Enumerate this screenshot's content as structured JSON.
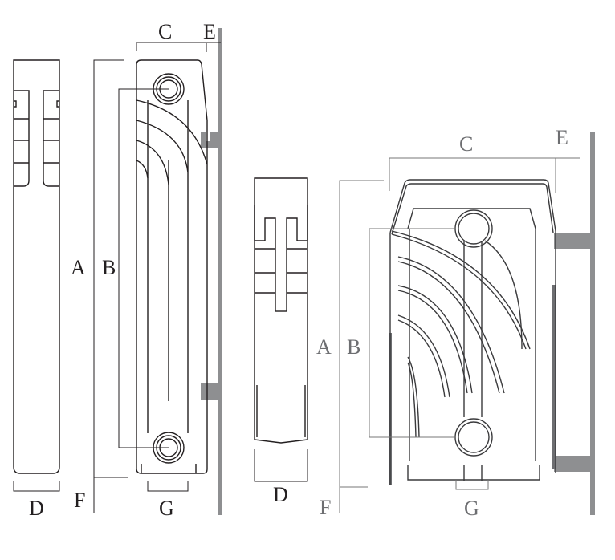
{
  "diagram": {
    "left_side_view": {
      "labels": {
        "D": "D"
      }
    },
    "left_front_view": {
      "labels": {
        "A": "A",
        "B": "B",
        "C": "C",
        "E": "E",
        "F": "F",
        "G": "G"
      }
    },
    "middle_side_view": {
      "labels": {
        "D": "D"
      }
    },
    "right_front_view": {
      "labels": {
        "A": "A",
        "B": "B",
        "C": "C",
        "E": "E",
        "F": "F",
        "G": "G"
      }
    }
  },
  "colors": {
    "line_dark": "#231f20",
    "label_gray": "#6d6e71",
    "wall": "#8e8f91"
  }
}
